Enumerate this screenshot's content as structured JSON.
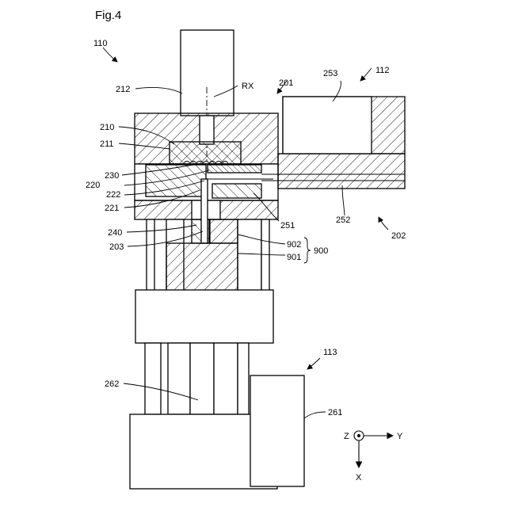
{
  "figure": {
    "title": "Fig.4"
  },
  "labels": {
    "l110": "110",
    "l112": "112",
    "l113": "113",
    "l201": "201",
    "l202": "202",
    "l203": "203",
    "l210": "210",
    "l211": "211",
    "l212": "212",
    "l220": "220",
    "l221": "221",
    "l222": "222",
    "l230": "230",
    "l240": "240",
    "l251": "251",
    "l252": "252",
    "l253": "253",
    "l261": "261",
    "l262": "262",
    "l900": "900",
    "l901": "901",
    "l902": "902",
    "rx": "RX"
  },
  "axes": {
    "z": "Z",
    "y": "Y",
    "x": "X"
  }
}
